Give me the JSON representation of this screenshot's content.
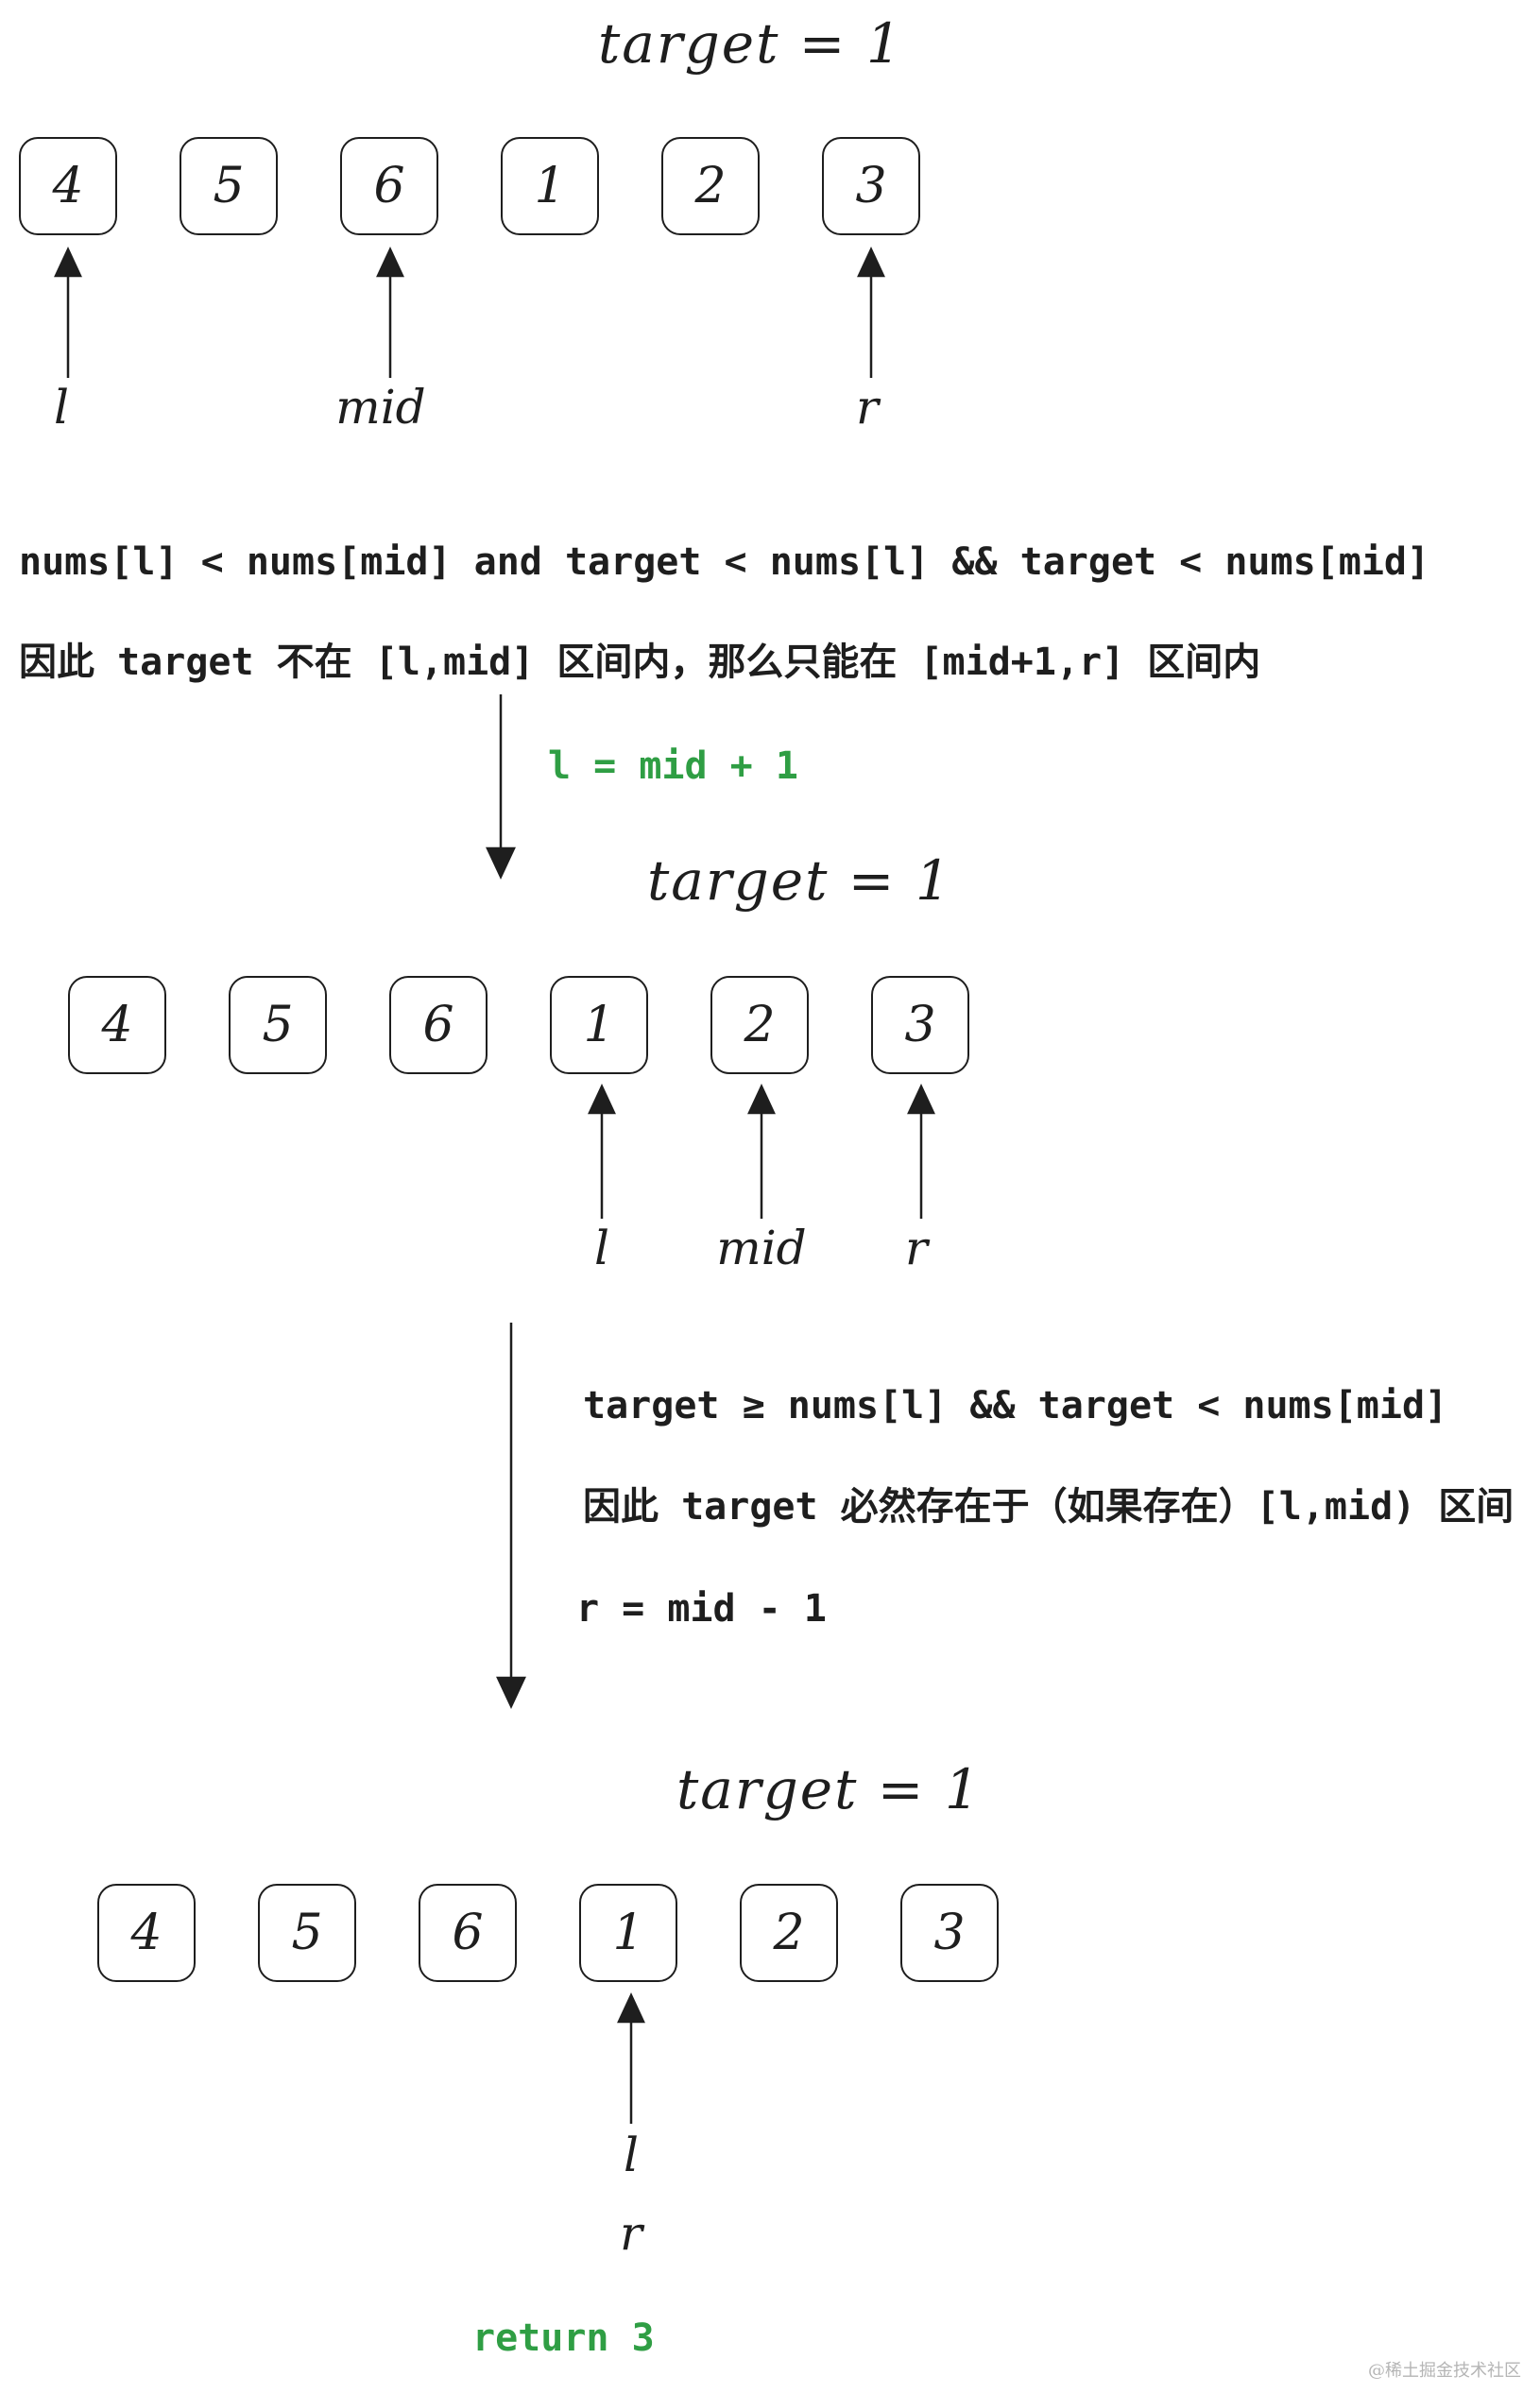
{
  "colors": {
    "ink": "#1e1e1e",
    "highlight": "#2f9e44"
  },
  "step1": {
    "title": "target = 1",
    "array": [
      "4",
      "5",
      "6",
      "1",
      "2",
      "3"
    ],
    "pointers": {
      "l": "l",
      "mid": "mid",
      "r": "r"
    },
    "condition": "nums[l] < nums[mid] and target < nums[l] && target < nums[mid]",
    "conclusion": "因此 target 不在 [l,mid] 区间内，那么只能在 [mid+1,r] 区间内",
    "update": "l = mid + 1"
  },
  "step2": {
    "title": "target = 1",
    "array": [
      "4",
      "5",
      "6",
      "1",
      "2",
      "3"
    ],
    "pointers": {
      "l": "l",
      "mid": "mid",
      "r": "r"
    },
    "condition": "target ≥ nums[l] && target < nums[mid]",
    "conclusion": "因此 target 必然存在于（如果存在）[l,mid) 区间",
    "update": "r = mid - 1"
  },
  "step3": {
    "title": "target = 1",
    "array": [
      "4",
      "5",
      "6",
      "1",
      "2",
      "3"
    ],
    "pointers": {
      "l": "l",
      "r": "r"
    },
    "result": "return 3"
  },
  "watermark": "@稀土掘金技术社区"
}
